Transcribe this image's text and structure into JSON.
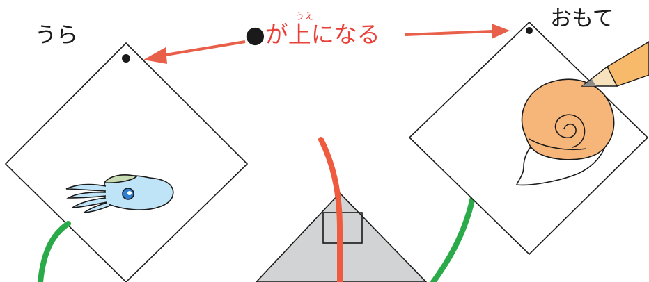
{
  "labels": {
    "back": "うら",
    "front": "おもて"
  },
  "note": {
    "dot": "●",
    "text": "が上になる",
    "ruby": "うえ"
  },
  "colors": {
    "note_text": "#e8413a",
    "arrow": "#e8604a",
    "outline": "#1a1a1a",
    "red_string": "#ee5b3e",
    "green_string": "#2aaa48",
    "gray_triangle": "#d1d3d4",
    "shell_fill": "#f7b679",
    "squid_fill": "#bfe4f7",
    "squid_fin": "#c8dcb4",
    "pencil_body": "#f7ba6a",
    "pencil_wood": "#f6e2bd"
  },
  "icons": [
    "squid-icon",
    "shell-icon",
    "pencil-icon",
    "arrow-left-icon",
    "arrow-right-icon"
  ]
}
